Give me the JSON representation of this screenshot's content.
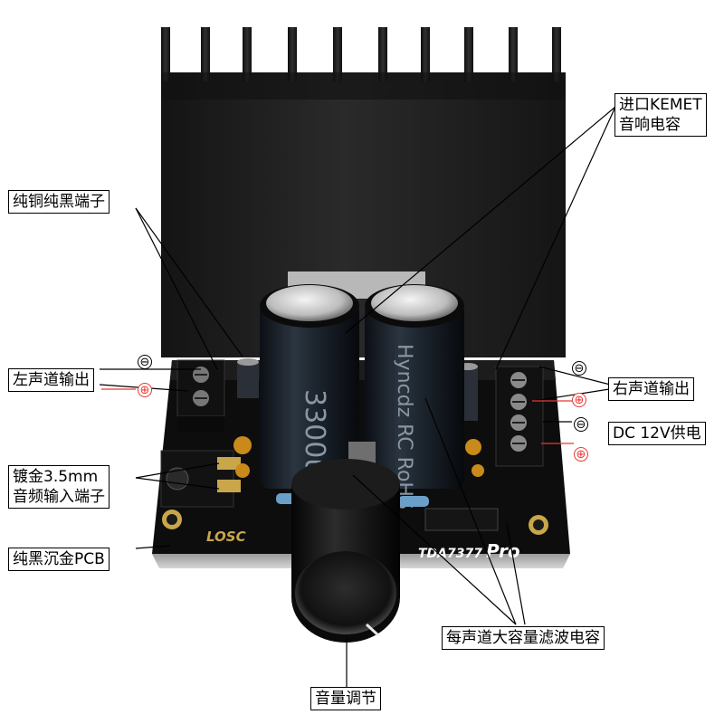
{
  "callouts": {
    "kemet": [
      "进口KEMET",
      "音响电容"
    ],
    "terminals": "纯铜纯黑端子",
    "left_output": "左声道输出",
    "right_output": "右声道输出",
    "dc_power": "DC 12V供电",
    "jack": [
      "镀金3.5mm",
      "音频输入端子"
    ],
    "pcb": "纯黑沉金PCB",
    "filter_caps": "每声道大容量滤波电容",
    "volume": "音量调节"
  },
  "pcb_marks": {
    "logo": "LOSC",
    "model": "TDA7377",
    "model_suffix": "Pro"
  },
  "capacitor_marks": {
    "left_cap": "3300uF 25V",
    "right_cap": "Hyncdz RC RoHS"
  },
  "polarity": {
    "minus": "⊖",
    "plus": "⊕"
  },
  "colors": {
    "heatsink": "#1b1b1b",
    "pcb": "#0d0d0d",
    "gold_pads": "#c9a64a",
    "plus_sign": "#e53935",
    "plus_line": "#e53935",
    "minus_line": "#000000"
  }
}
